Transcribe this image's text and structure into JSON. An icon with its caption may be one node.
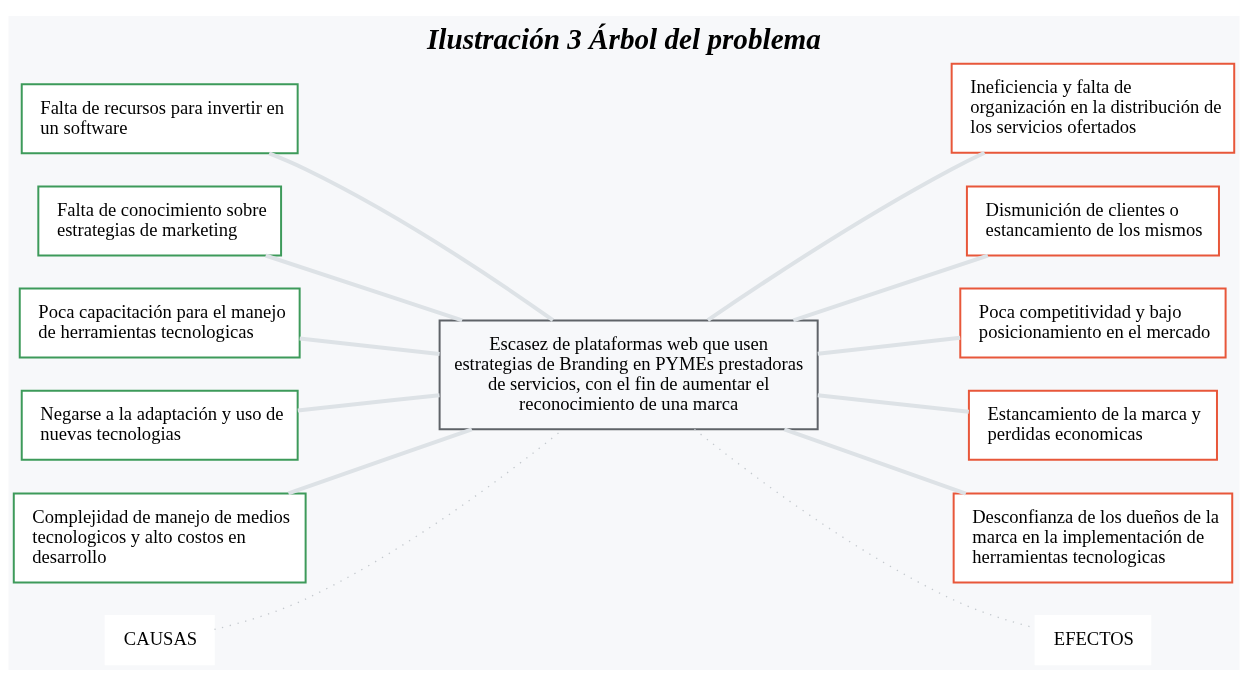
{
  "diagram": {
    "title": "Ilustración 3 Árbol del problema",
    "nodes": [
      {
        "text": [
          "Escasez de plataformas web que usen estrategias de Branding en PYMEs prestadoras de servicios, con el fin de aumentar el reconocimiento de una marca"
        ]
      },
      {
        "text": [
          "Falta de recursos para invertir en un software"
        ]
      },
      {
        "text": [
          "Falta de conocimiento sobre estrategias de marketing"
        ]
      },
      {
        "text": [
          "Poca capacitación para el manejo de herramientas tecnologicas"
        ]
      },
      {
        "text": [
          "Negarse a la adaptación y uso de nuevas tecnologias"
        ]
      },
      {
        "text": [
          "Complejidad de manejo de medios tecnologicos y alto costos en desarrollo"
        ]
      },
      {
        "text": [
          "CAUSAS"
        ]
      },
      {
        "text": [
          "Ineficiencia y falta de organización en la distribución de los servicios ofertados"
        ]
      },
      {
        "text": [
          "Dismunición de clientes o estancamiento de los mismos"
        ]
      },
      {
        "text": [
          "Poca competitividad y bajo posicionamiento en el mercado"
        ]
      },
      {
        "text": [
          "Estancamiento de la marca y perdidas economicas"
        ]
      },
      {
        "text": [
          "Desconfianza de los dueños de la marca en la implementación de herramientas tecnologicas"
        ]
      },
      {
        "text": [
          "EFECTOS"
        ]
      }
    ],
    "edges": [
      {
        "from": 1,
        "to": 0,
        "arrow": "none"
      },
      {
        "from": 2,
        "to": 0,
        "arrow": "none"
      },
      {
        "from": 3,
        "to": 0,
        "arrow": "none"
      },
      {
        "from": 4,
        "to": 0,
        "arrow": "none"
      },
      {
        "from": 5,
        "to": 0,
        "arrow": "none"
      },
      {
        "from": 6,
        "to": 0,
        "arrow": "none",
        "style": "dashed"
      },
      {
        "from": 0,
        "to": 7,
        "arrow": "none"
      },
      {
        "from": 0,
        "to": 8,
        "arrow": "none"
      },
      {
        "from": 0,
        "to": 9,
        "arrow": "none"
      },
      {
        "from": 0,
        "to": 10,
        "arrow": "none"
      },
      {
        "from": 0,
        "to": 11,
        "arrow": "none"
      },
      {
        "from": 0,
        "to": 12,
        "arrow": "none",
        "style": "dashed"
      }
    ]
  }
}
